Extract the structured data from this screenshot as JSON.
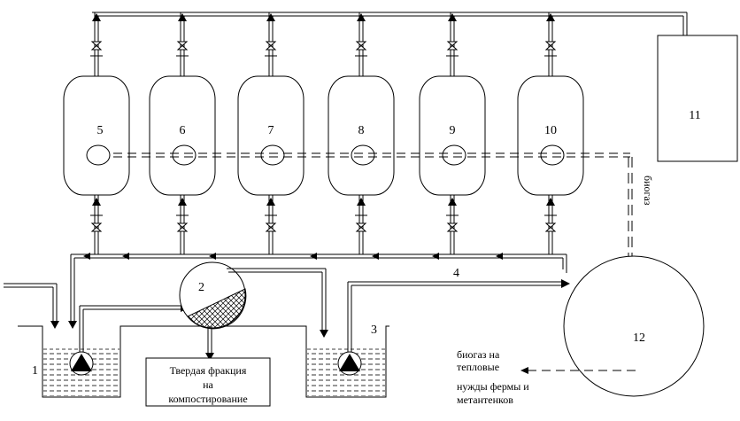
{
  "diagram": {
    "digesters": [
      {
        "label": "5"
      },
      {
        "label": "6"
      },
      {
        "label": "7"
      },
      {
        "label": "8"
      },
      {
        "label": "9"
      },
      {
        "label": "10"
      }
    ],
    "gas_holder": {
      "label": "11"
    },
    "storage_tank": {
      "label": "12"
    },
    "receiving_tank": {
      "label": "1"
    },
    "separator": {
      "label": "2"
    },
    "intermediate_tank": {
      "label": "3"
    },
    "pipe_label": "4",
    "biogas_pipe_label": "биогаз",
    "solid_fraction_box": {
      "lines": [
        "Твердая фракция",
        "на",
        "компостирование"
      ]
    },
    "biogas_use": {
      "lines": [
        "биогаз на",
        "тепловые",
        "нужды фермы и",
        "метантенков"
      ]
    }
  }
}
